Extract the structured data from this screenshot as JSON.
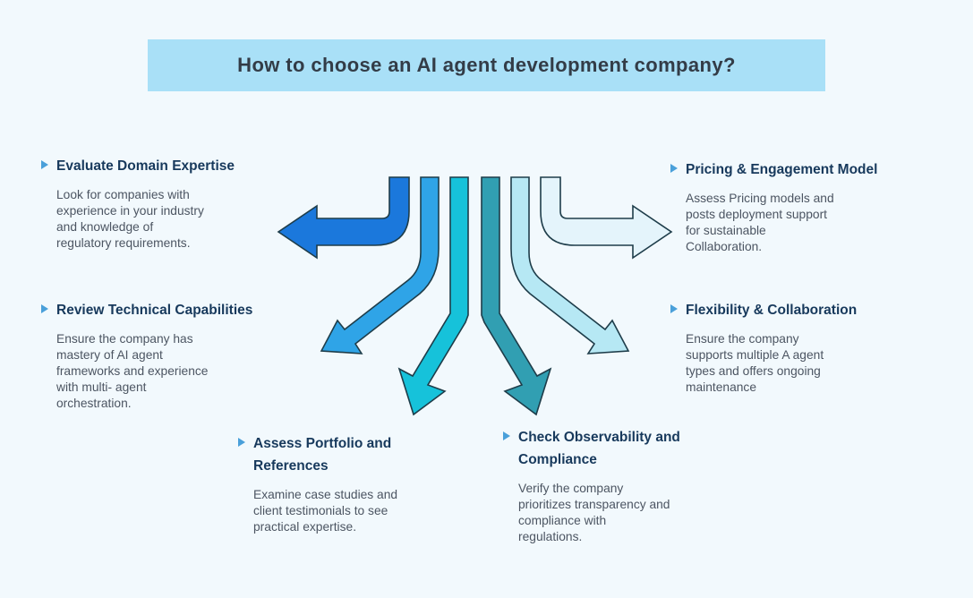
{
  "title": {
    "text": "How to choose an AI agent development company?",
    "banner_bg": "#a9e0f7",
    "text_color": "#333c47"
  },
  "canvas_bg": "#f2f9fd",
  "bullet_color": "#4aa0da",
  "arrow_outline_color": "#1e3d4a",
  "sections": [
    {
      "heading": "Evaluate Domain Expertise",
      "body": "Look for companies with\nexperience in your industry\nand knowledge of\nregulatory requirements.",
      "arrow_direction": "left",
      "arrow_color": "#1b78dc"
    },
    {
      "heading": "Review Technical Capabilities",
      "body": "Ensure the company has\nmastery of AI agent\nframeworks and experience\nwith multi- agent\norchestration.",
      "arrow_direction": "diagonal-down-left",
      "arrow_color": "#2fa4e7"
    },
    {
      "heading": "Assess Portfolio and\nReferences",
      "body": "Examine case studies and\nclient testimonials to see\npractical expertise.",
      "arrow_direction": "down-left",
      "arrow_color": "#16c2da"
    },
    {
      "heading": "Check Observability and\nCompliance",
      "body": "Verify the company\nprioritizes transparency and\ncompliance with\nregulations.",
      "arrow_direction": "down-right",
      "arrow_color": "#319fb2"
    },
    {
      "heading": "Pricing & Engagement Model",
      "body": "Assess Pricing models and\nposts deployment support\nfor sustainable\nCollaboration.",
      "arrow_direction": "right",
      "arrow_color": "#e4f4fb"
    },
    {
      "heading": "Flexibility & Collaboration",
      "body": "Ensure the company\nsupports multiple A agent\ntypes and offers ongoing\nmaintenance",
      "arrow_direction": "diagonal-down-right",
      "arrow_color": "#b6e8f4"
    }
  ]
}
